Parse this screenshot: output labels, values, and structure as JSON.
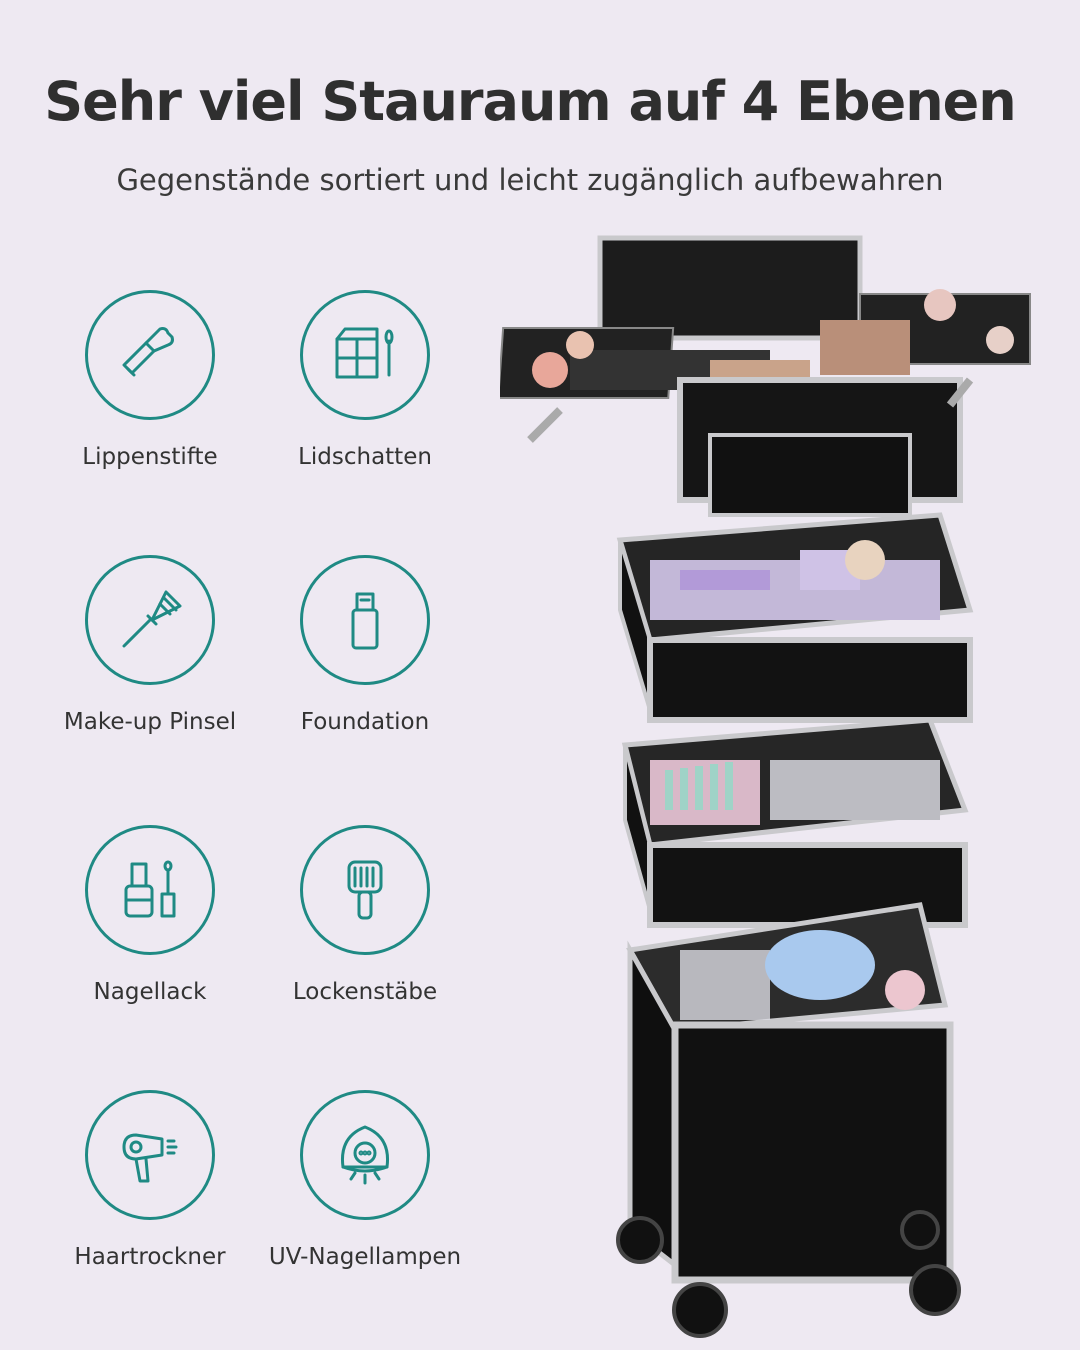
{
  "header": {
    "title": "Sehr viel Stauraum auf 4 Ebenen",
    "subtitle": "Gegenstände sortiert und leicht zugänglich aufbewahren"
  },
  "features": [
    {
      "label": "Lippenstifte",
      "icon": "lipstick-icon"
    },
    {
      "label": "Lidschatten",
      "icon": "eyeshadow-icon"
    },
    {
      "label": "Make-up Pinsel",
      "icon": "makeup-brush-icon"
    },
    {
      "label": "Foundation",
      "icon": "foundation-bottle-icon"
    },
    {
      "label": "Nagellack",
      "icon": "nail-polish-icon"
    },
    {
      "label": "Lockenstäbe",
      "icon": "hair-brush-icon"
    },
    {
      "label": "Haartrockner",
      "icon": "hair-dryer-icon"
    },
    {
      "label": "UV-Nagellampen",
      "icon": "uv-nail-lamp-icon"
    }
  ],
  "colors": {
    "background": "#eee9f2",
    "accent": "#1f8a84",
    "case_body": "#1a1a1a",
    "case_trim": "#c9c9cc"
  }
}
